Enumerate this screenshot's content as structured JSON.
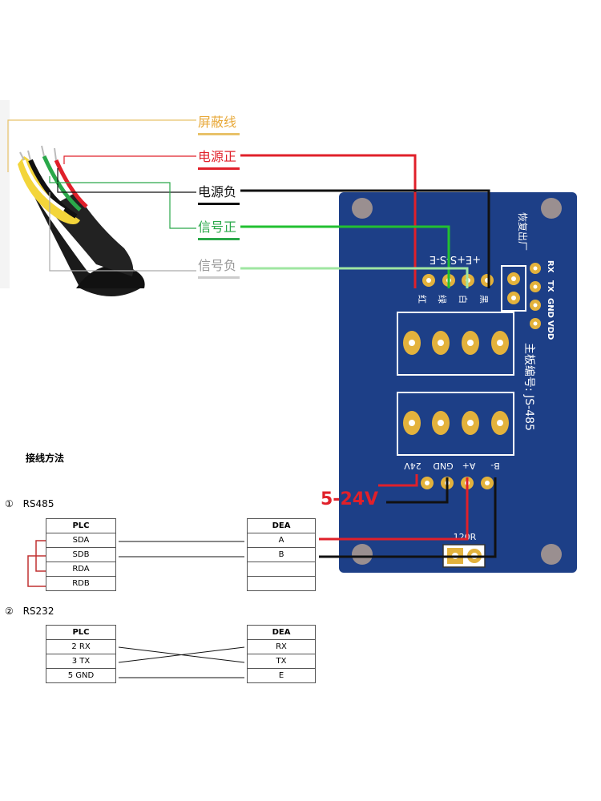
{
  "cable_labels": {
    "shield": "屏蔽线",
    "power_pos": "电源正",
    "power_neg": "电源负",
    "signal_pos": "信号正",
    "signal_neg": "信号负"
  },
  "board": {
    "sensor_pins": "+E+S-S-E",
    "restore_label": "恢复出厂",
    "uart_pins": [
      "RX",
      "TX",
      "GND",
      "VDD"
    ],
    "wire_color_labels": [
      "红",
      "绿",
      "白",
      "黑"
    ],
    "board_id_label": "主板编号: JS-485",
    "power_pins": [
      "24V",
      "GND",
      "A+",
      "B-"
    ],
    "resistor_label": "120R"
  },
  "supply_voltage": "5-24V",
  "wiring": {
    "title": "接线方法",
    "rs485": {
      "index": "①",
      "label": "RS485",
      "left_header": "PLC",
      "right_header": "DEA",
      "left_rows": [
        "SDA",
        "SDB",
        "RDA",
        "RDB"
      ],
      "right_rows": [
        "A",
        "B",
        "",
        ""
      ]
    },
    "rs232": {
      "index": "②",
      "label": "RS232",
      "left_header": "PLC",
      "right_header": "DEA",
      "left_rows": [
        "2 RX",
        "3 TX",
        "5 GND"
      ],
      "right_rows": [
        "RX",
        "TX",
        "E"
      ]
    }
  },
  "colors": {
    "board_blue": "#1d3f87",
    "wire_red": "#e0202a",
    "wire_black": "#111111",
    "wire_green": "#22c030",
    "wire_lightgreen": "#9fe6a2",
    "pad_gold": "#e3b23c",
    "shield_tan": "#e8c26a"
  }
}
